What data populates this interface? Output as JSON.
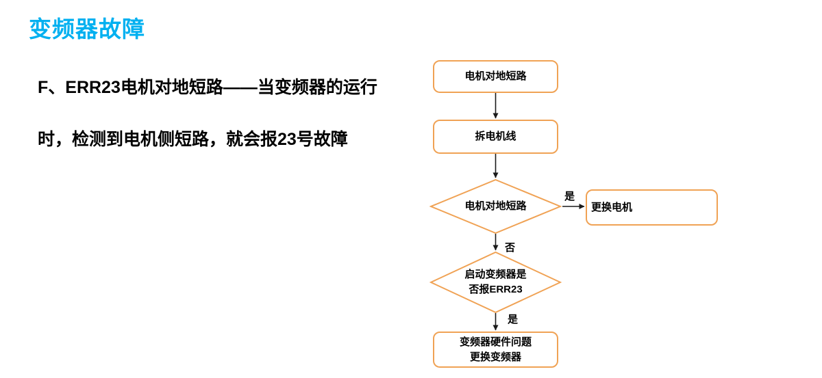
{
  "title": "变频器故障",
  "description": {
    "line1": "F、ERR23电机对地短路——当变频器的运行",
    "line2": "时，检测到电机侧短路，就会报23号故障"
  },
  "colors": {
    "title_accent": "#00B0F0",
    "node_border": "#F0A254",
    "connector": "#1a1a1a"
  },
  "flowchart": {
    "nodes": {
      "start": {
        "label": "电机对地短路"
      },
      "step_remove_wire": {
        "label": "拆电机线"
      },
      "decision_short": {
        "label": "电机对地短路"
      },
      "replace_motor": {
        "label": "更换电机"
      },
      "decision_err23": {
        "line1": "启动变频器是",
        "line2": "否报ERR23"
      },
      "end_replace_inverter": {
        "line1": "变频器硬件问题",
        "line2": "更换变频器"
      }
    },
    "edge_labels": {
      "yes_right": "是",
      "no_down": "否",
      "yes_down": "是"
    }
  }
}
